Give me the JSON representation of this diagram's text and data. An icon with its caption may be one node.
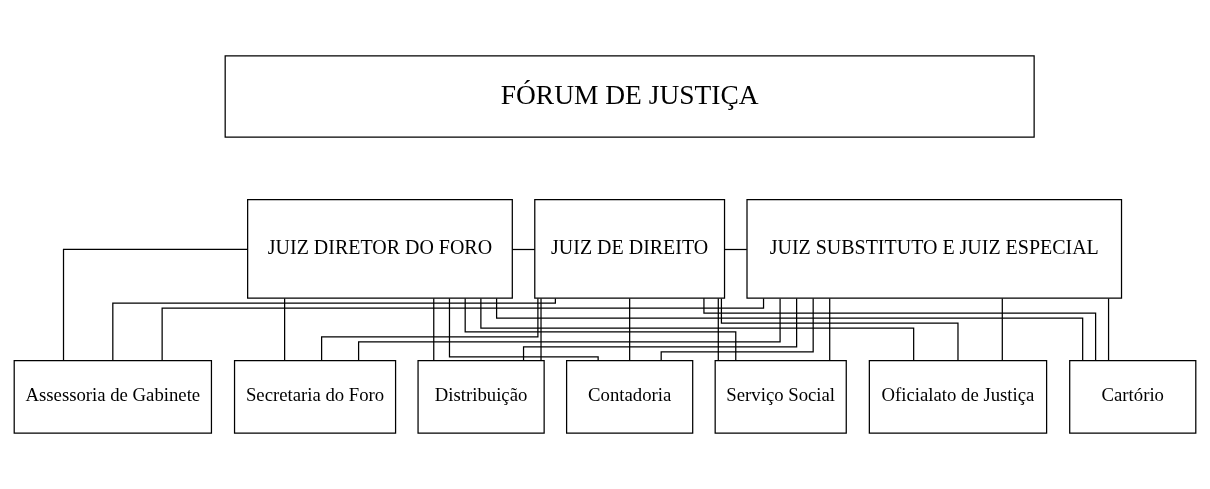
{
  "diagram": {
    "nodes": [
      {
        "text": [
          "FÓRUM DE JUSTIÇA"
        ]
      },
      {
        "text": [
          "JUIZ DIRETOR DO FORO"
        ]
      },
      {
        "text": [
          "JUIZ DE DIREITO"
        ]
      },
      {
        "text": [
          "JUIZ SUBSTITUTO E JUIZ ESPECIAL"
        ]
      },
      {
        "text": [
          "Secretaria do Foro"
        ]
      },
      {
        "text": [
          "Distribuição"
        ]
      },
      {
        "text": [
          "Contadoria"
        ]
      },
      {
        "text": [
          "Serviço Social"
        ]
      },
      {
        "text": [
          "Oficialato de Justiça"
        ]
      },
      {
        "text": [
          "Cartório"
        ]
      },
      {
        "text": [
          "Assessoria de Gabinete"
        ]
      }
    ],
    "edges": [
      {
        "from": 1,
        "to": 2,
        "arrow": "none"
      },
      {
        "from": 2,
        "to": 3,
        "arrow": "none"
      },
      {
        "from": 1,
        "to": 4,
        "arrow": "none"
      },
      {
        "from": 1,
        "to": 5,
        "arrow": "none"
      },
      {
        "from": 1,
        "to": 6,
        "arrow": "none"
      },
      {
        "from": 1,
        "to": 7,
        "arrow": "none"
      },
      {
        "from": 1,
        "to": 8,
        "arrow": "none"
      },
      {
        "from": 1,
        "to": 9,
        "arrow": "none"
      },
      {
        "from": 1,
        "to": 10,
        "arrow": "none"
      },
      {
        "from": 2,
        "to": 4,
        "arrow": "none"
      },
      {
        "from": 2,
        "to": 5,
        "arrow": "none"
      },
      {
        "from": 2,
        "to": 6,
        "arrow": "none"
      },
      {
        "from": 2,
        "to": 7,
        "arrow": "none"
      },
      {
        "from": 2,
        "to": 8,
        "arrow": "none"
      },
      {
        "from": 2,
        "to": 9,
        "arrow": "none"
      },
      {
        "from": 2,
        "to": 10,
        "arrow": "none"
      },
      {
        "from": 3,
        "to": 4,
        "arrow": "none"
      },
      {
        "from": 3,
        "to": 5,
        "arrow": "none"
      },
      {
        "from": 3,
        "to": 6,
        "arrow": "none"
      },
      {
        "from": 3,
        "to": 7,
        "arrow": "none"
      },
      {
        "from": 3,
        "to": 8,
        "arrow": "none"
      },
      {
        "from": 3,
        "to": 9,
        "arrow": "none"
      },
      {
        "from": 3,
        "to": 10,
        "arrow": "none"
      }
    ]
  }
}
